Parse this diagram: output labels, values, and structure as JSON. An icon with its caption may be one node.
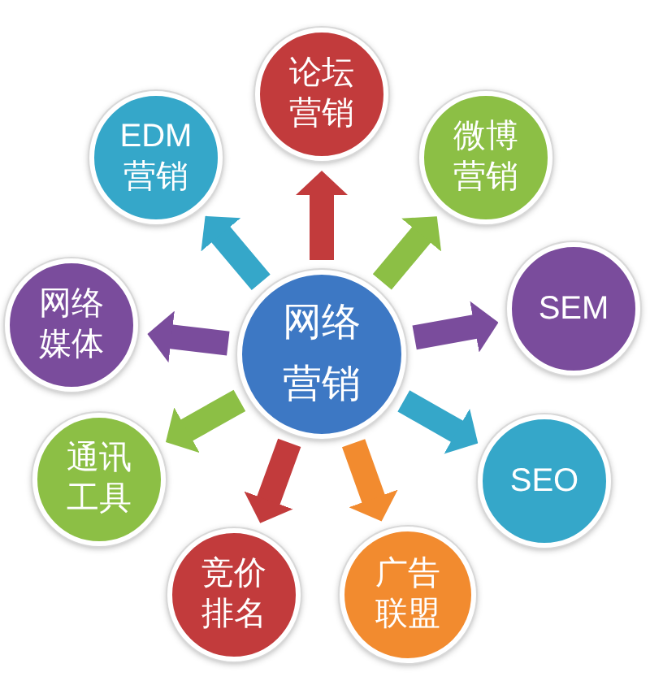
{
  "diagram": {
    "nodes": [
      {
        "text": [
          "论坛营销"
        ]
      },
      {
        "text": [
          "EDM营销"
        ]
      },
      {
        "text": [
          "微博营销"
        ]
      },
      {
        "text": [
          "网络媒体"
        ]
      },
      {
        "text": [
          "网络营销"
        ]
      },
      {
        "text": [
          "SEM"
        ]
      },
      {
        "text": [
          "通讯工具"
        ]
      },
      {
        "text": [
          "SEO"
        ]
      },
      {
        "text": [
          "竞价排名"
        ]
      },
      {
        "text": [
          "广告联盟"
        ]
      }
    ],
    "edges": [
      {
        "from": 4,
        "to": 0,
        "arrow": "to",
        "color": "#c23b3c"
      },
      {
        "from": 4,
        "to": 1,
        "arrow": "to",
        "color": "#35a7c9"
      },
      {
        "from": 4,
        "to": 2,
        "arrow": "to",
        "color": "#8cbf45"
      },
      {
        "from": 4,
        "to": 3,
        "arrow": "to",
        "color": "#7a4c9c"
      },
      {
        "from": 4,
        "to": 5,
        "arrow": "to",
        "color": "#7a4c9c"
      },
      {
        "from": 4,
        "to": 6,
        "arrow": "to",
        "color": "#8cbf45"
      },
      {
        "from": 4,
        "to": 7,
        "arrow": "to",
        "color": "#35a7c9"
      },
      {
        "from": 4,
        "to": 8,
        "arrow": "to",
        "color": "#c23b3c"
      },
      {
        "from": 4,
        "to": 9,
        "arrow": "to",
        "color": "#f28b2f"
      }
    ]
  }
}
